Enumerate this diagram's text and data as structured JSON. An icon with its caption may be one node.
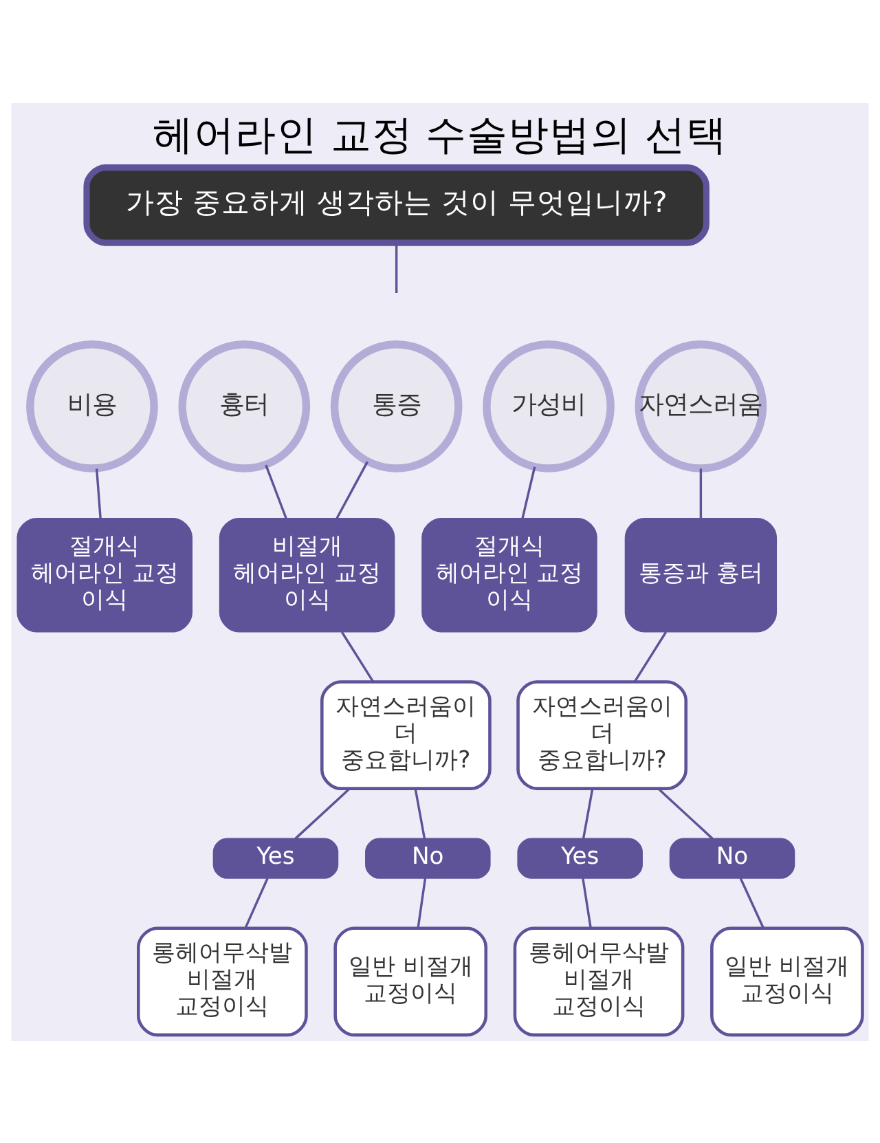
{
  "diagram": {
    "title": "헤어라인 교정 수술방법의 선택",
    "nodes": [
      {
        "text": [
          "가장 중요하게 생각하는 것이 무엇입니까?"
        ]
      },
      {
        "text": [
          "비용"
        ]
      },
      {
        "text": [
          "흉터"
        ]
      },
      {
        "text": [
          "통증"
        ]
      },
      {
        "text": [
          "가성비"
        ]
      },
      {
        "text": [
          "자연스러움"
        ]
      },
      {
        "text": [
          "절개식 헤어라인 교정 이식"
        ]
      },
      {
        "text": [
          "비절개 헤어라인 교정 이식"
        ]
      },
      {
        "text": [
          "절개식 헤어라인 교정 이식"
        ]
      },
      {
        "text": [
          "통증과 흉터"
        ]
      },
      {
        "text": [
          "자연스러움이 더 중요합니까?"
        ]
      },
      {
        "text": [
          "자연스러움이 더 중요합니까?"
        ]
      },
      {
        "text": [
          "Yes"
        ]
      },
      {
        "text": [
          "No"
        ]
      },
      {
        "text": [
          "Yes"
        ]
      },
      {
        "text": [
          "No"
        ]
      },
      {
        "text": [
          "롱헤어무삭발 비절개 교정이식"
        ]
      },
      {
        "text": [
          "일반 비절개 교정이식"
        ]
      },
      {
        "text": [
          "롱헤어무삭발 비절개 교정이식"
        ]
      },
      {
        "text": [
          "일반 비절개 교정이식"
        ]
      }
    ],
    "edges": [
      {
        "from": 0,
        "to": null,
        "arrow": "none"
      },
      {
        "from": 1,
        "to": 6,
        "arrow": "none"
      },
      {
        "from": 2,
        "to": 7,
        "arrow": "none"
      },
      {
        "from": 3,
        "to": 7,
        "arrow": "none"
      },
      {
        "from": 4,
        "to": 8,
        "arrow": "none"
      },
      {
        "from": 5,
        "to": 9,
        "arrow": "none"
      },
      {
        "from": 7,
        "to": 10,
        "arrow": "none"
      },
      {
        "from": 9,
        "to": 11,
        "arrow": "none"
      },
      {
        "from": 10,
        "to": 12,
        "arrow": "none"
      },
      {
        "from": 10,
        "to": 13,
        "arrow": "none"
      },
      {
        "from": 11,
        "to": 14,
        "arrow": "none"
      },
      {
        "from": 11,
        "to": 15,
        "arrow": "none"
      },
      {
        "from": 12,
        "to": 16,
        "arrow": "none"
      },
      {
        "from": 13,
        "to": 17,
        "arrow": "none"
      },
      {
        "from": 14,
        "to": 18,
        "arrow": "none"
      },
      {
        "from": 15,
        "to": 19,
        "arrow": "none"
      }
    ]
  }
}
